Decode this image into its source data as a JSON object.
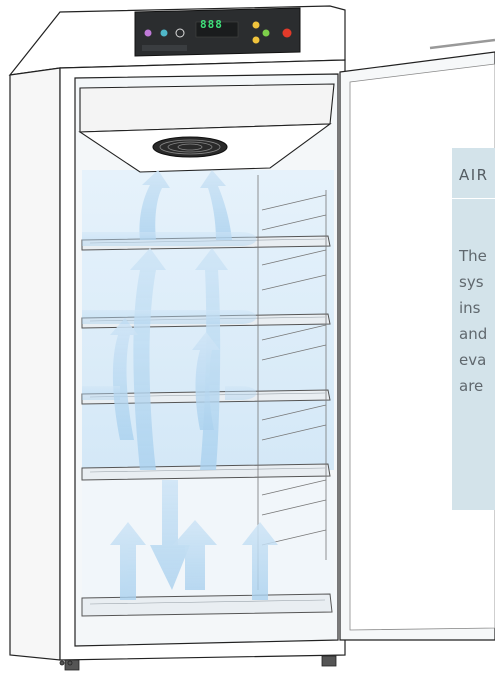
{
  "info_panel": {
    "title": "AIR",
    "body_lines": [
      "The",
      "sys",
      "ins",
      "and",
      "eva",
      "are"
    ]
  },
  "control_panel": {
    "display_value": "888"
  },
  "colors": {
    "airflow_arrow": "#b9daf2",
    "cabinet_glow": "#dcecf8",
    "panel_background": "#d3e3ea",
    "control_panel": "#2b2d2f",
    "display": "#3fe07a"
  },
  "icons": [
    "fan-icon",
    "airflow-arrow-icon",
    "power-button-icon",
    "control-button-icon"
  ]
}
